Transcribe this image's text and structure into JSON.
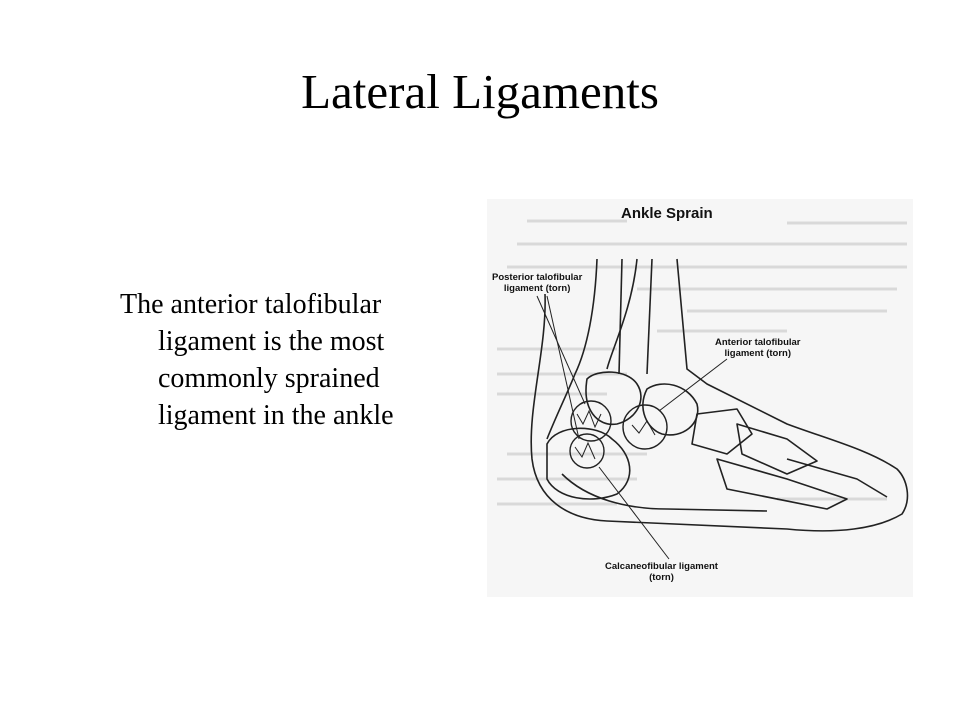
{
  "slide": {
    "title": "Lateral Ligaments",
    "body": "The anterior talofibular ligament is the most commonly sprained ligament in the ankle"
  },
  "figure": {
    "title": "Ankle Sprain",
    "labels": {
      "posterior_talofibular_line1": "Posterior talofibular",
      "posterior_talofibular_line2": "ligament (torn)",
      "anterior_talofibular_line1": "Anterior talofibular",
      "anterior_talofibular_line2": "ligament (torn)",
      "calcaneofibular_line1": "Calcaneofibular ligament",
      "calcaneofibular_line2": "(torn)"
    }
  }
}
